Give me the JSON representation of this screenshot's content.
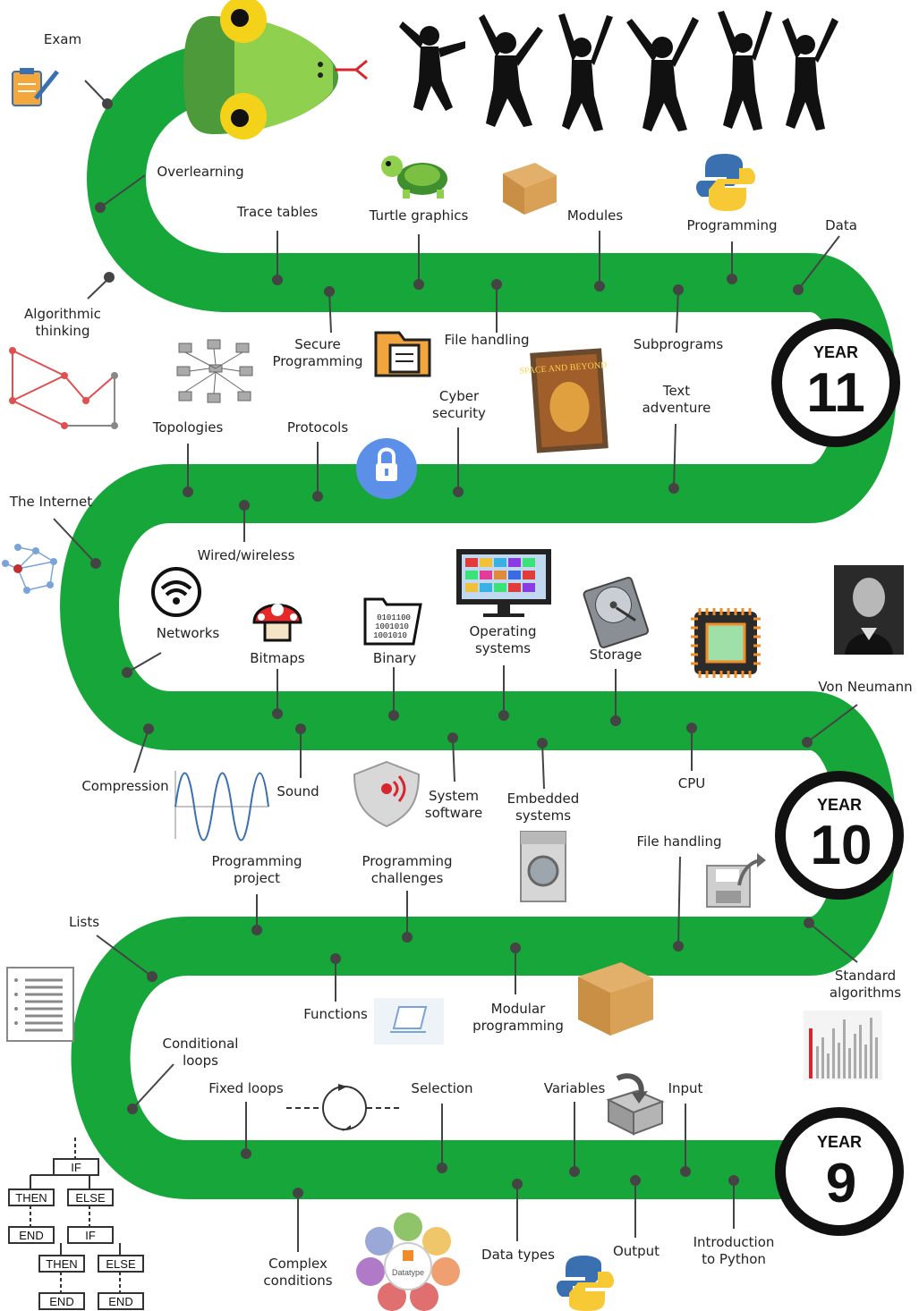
{
  "years": [
    {
      "label": "YEAR",
      "number": "11"
    },
    {
      "label": "YEAR",
      "number": "10"
    },
    {
      "label": "YEAR",
      "number": "9"
    }
  ],
  "colors": {
    "road": "#17a639",
    "tick": "#444444",
    "badge": "#111111",
    "snake_head": "#4c9a3a",
    "snake_eye": "#f5d21a",
    "tongue": "#d7262e",
    "lock": "#5b8fe8",
    "python_blue": "#3a6fb0",
    "python_yellow": "#f7c935"
  },
  "topics": {
    "exam": "Exam",
    "overlearning": "Overlearning",
    "trace_tables": "Trace tables",
    "turtle_graphics": "Turtle graphics",
    "modules_y11": "Modules",
    "programming": "Programming",
    "data": "Data",
    "algorithmic_thinking": "Algorithmic thinking",
    "secure_programming": "Secure Programming",
    "file_handling_y11": "File handling",
    "subprograms": "Subprograms",
    "cyber_security": "Cyber security",
    "text_adventure": "Text adventure",
    "topologies": "Topologies",
    "protocols": "Protocols",
    "the_internet": "The Internet",
    "wired_wireless": "Wired/wireless",
    "networks": "Networks",
    "bitmaps": "Bitmaps",
    "binary": "Binary",
    "operating_systems": "Operating systems",
    "storage": "Storage",
    "von_neumann": "Von Neumann",
    "compression": "Compression",
    "sound": "Sound",
    "system_software": "System software",
    "embedded_systems": "Embedded systems",
    "cpu": "CPU",
    "file_handling_y10": "File handling",
    "programming_project": "Programming project",
    "programming_challenges": "Programming challenges",
    "lists": "Lists",
    "functions": "Functions",
    "modular_programming": "Modular programming",
    "standard_algorithms": "Standard algorithms",
    "conditional_loops": "Conditional loops",
    "fixed_loops": "Fixed loops",
    "selection": "Selection",
    "variables": "Variables",
    "input": "Input",
    "complex_conditions": "Complex conditions",
    "data_types": "Data types",
    "output": "Output",
    "introduction_to_python": "Introduction to Python"
  },
  "book": {
    "title": "SPACE AND BEYOND"
  },
  "binary_folder": {
    "lines": [
      "0101100",
      "1001010",
      "1001010"
    ]
  },
  "datatype_wheel": {
    "center": "Datatype"
  },
  "flowchart": {
    "if": "IF",
    "then": "THEN",
    "else": "ELSE",
    "end": "END"
  }
}
